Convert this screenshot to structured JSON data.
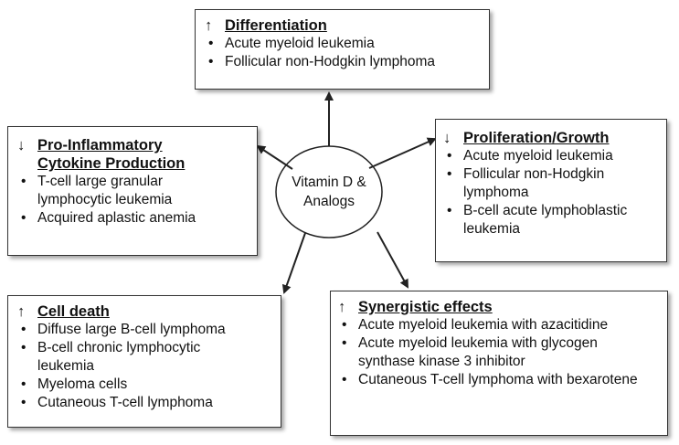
{
  "center": {
    "label_line1": "Vitamin D &",
    "label_line2": "Analogs"
  },
  "boxes": {
    "differentiation": {
      "arrow": "up",
      "title": "Differentiation",
      "items": [
        "Acute myeloid leukemia",
        "Follicular non-Hodgkin lymphoma"
      ]
    },
    "proinflammatory": {
      "arrow": "down",
      "title_line1": "Pro-Inflammatory",
      "title_line2": "Cytokine Production",
      "items": [
        "T-cell large granular lymphocytic leukemia",
        "Acquired aplastic anemia"
      ]
    },
    "proliferation": {
      "arrow": "down",
      "title": "Proliferation/Growth",
      "items": [
        "Acute myeloid leukemia",
        "Follicular non-Hodgkin lymphoma",
        "B-cell acute lymphoblastic leukemia"
      ]
    },
    "cell_death": {
      "arrow": "up",
      "title": "Cell death",
      "items": [
        "Diffuse large B-cell lymphoma",
        "B-cell chronic lymphocytic leukemia",
        "Myeloma cells",
        "Cutaneous T-cell lymphoma"
      ]
    },
    "synergistic": {
      "arrow": "up",
      "title": "Synergistic effects",
      "items": [
        "Acute myeloid leukemia with azacitidine",
        "Acute myeloid leukemia with glycogen synthase kinase 3 inhibitor",
        "Cutaneous T-cell lymphoma with bexarotene"
      ]
    }
  },
  "symbols": {
    "up": "↑",
    "down": "↓"
  },
  "colors": {
    "stroke": "#222222",
    "text": "#111111"
  }
}
